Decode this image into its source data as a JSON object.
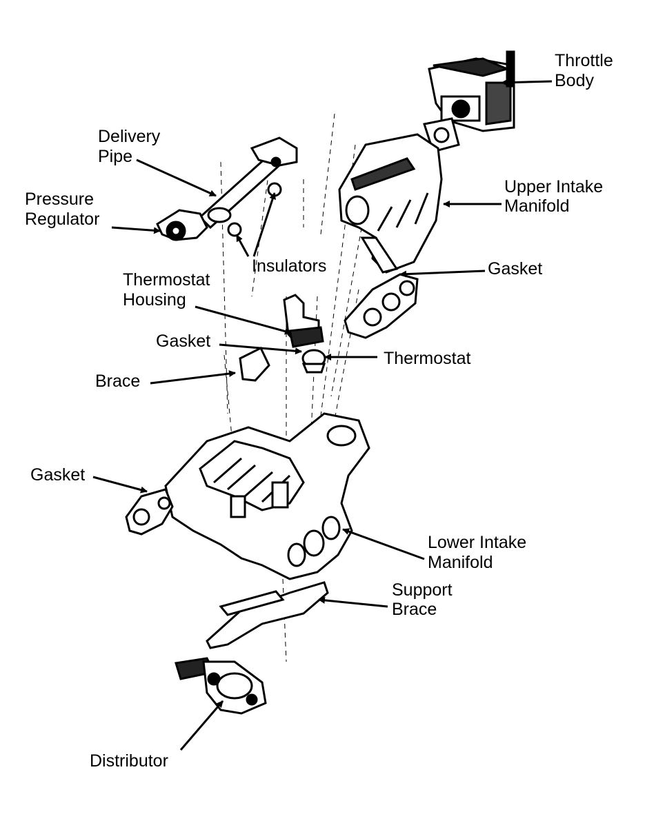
{
  "colors": {
    "ink": "#000000",
    "paper": "#ffffff"
  },
  "labels": {
    "throttle_body": {
      "line1": "Throttle",
      "line2": "Body"
    },
    "delivery_pipe": {
      "line1": "Delivery",
      "line2": "Pipe"
    },
    "pressure_regulator": {
      "line1": "Pressure",
      "line2": "Regulator"
    },
    "upper_intake_manifold": {
      "line1": "Upper Intake",
      "line2": "Manifold"
    },
    "insulators": "Insulators",
    "gasket_upper": "Gasket",
    "thermostat_housing": {
      "line1": "Thermostat",
      "line2": "Housing"
    },
    "gasket_thermostat": "Gasket",
    "thermostat": "Thermostat",
    "brace": "Brace",
    "gasket_left": "Gasket",
    "lower_intake_manifold": {
      "line1": "Lower Intake",
      "line2": "Manifold"
    },
    "support_brace": {
      "line1": "Support",
      "line2": "Brace"
    },
    "distributor": "Distributor"
  }
}
